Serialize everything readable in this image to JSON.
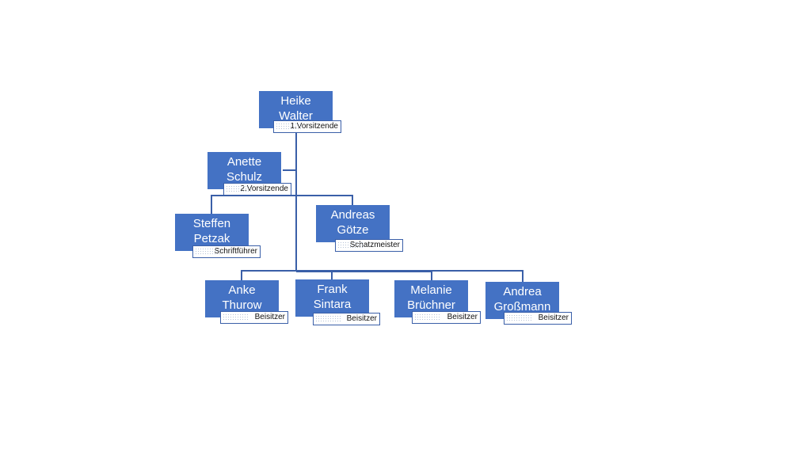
{
  "org_chart": {
    "nodes": [
      {
        "first": "Heike",
        "last": "Walter",
        "role": "1.Vorsitzende"
      },
      {
        "first": "Anette",
        "last": "Schulz",
        "role": "2.Vorsitzende"
      },
      {
        "first": "Steffen",
        "last": "Petzak",
        "role": "Schriftführer"
      },
      {
        "first": "Andreas",
        "last": "Götze",
        "role": "Schatzmeister"
      },
      {
        "first": "Anke",
        "last": "Thurow",
        "role": "Beisitzer"
      },
      {
        "first": "Frank",
        "last": "Sintara",
        "role": "Beisitzer"
      },
      {
        "first": "Melanie",
        "last": "Brüchner",
        "role": "Beisitzer"
      },
      {
        "first": "Andrea",
        "last": "Großmann",
        "role": "Beisitzer"
      }
    ],
    "colors": {
      "box": "#4472c4",
      "line": "#3a5fa8"
    }
  }
}
